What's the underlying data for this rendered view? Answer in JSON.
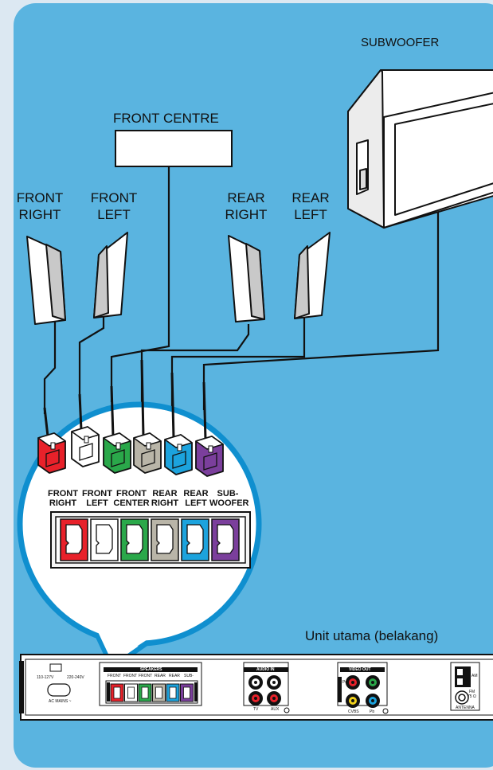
{
  "labels": {
    "subwoofer": "SUBWOOFER",
    "front_centre": "FRONT CENTRE",
    "front_right": [
      "FRONT",
      "RIGHT"
    ],
    "front_left": [
      "FRONT",
      "LEFT"
    ],
    "rear_right": [
      "REAR",
      "RIGHT"
    ],
    "rear_left": [
      "REAR",
      "LEFT"
    ],
    "main_unit": "Unit utama (belakang)"
  },
  "plugs": [
    {
      "line1": "FRONT",
      "line2": "RIGHT",
      "color": "#e8212a"
    },
    {
      "line1": "FRONT",
      "line2": "LEFT",
      "color": "#ffffff"
    },
    {
      "line1": "FRONT",
      "line2": "CENTER",
      "color": "#2aa84a"
    },
    {
      "line1": "REAR",
      "line2": "RIGHT",
      "color": "#b9b5a8"
    },
    {
      "line1": "REAR",
      "line2": "LEFT",
      "color": "#1ca3dd"
    },
    {
      "line1": "SUB-",
      "line2": "WOOFER",
      "color": "#7b3f9c"
    }
  ],
  "back_panel": {
    "voltage_left": "110-127V",
    "voltage_right": "220-240V",
    "ac_mains": "AC MAINS ~",
    "speakers": "SPEAKERS",
    "audio_in": "AUDIO IN",
    "tv": "TV",
    "aux": "AUX",
    "video_out": "VIDEO OUT",
    "cvbs": "CVBS",
    "pb": "Pb",
    "pr": "Pr",
    "fm": "FM",
    "fm_ohm": "75 Ω",
    "antenna": "ANTENNA",
    "am": "AM"
  },
  "colors": {
    "background": "#5ab4e0",
    "red": "#e8212a",
    "green": "#2aa84a",
    "blue": "#1ca3dd",
    "purple": "#7b3f9c",
    "grey": "#b9b5a8"
  }
}
